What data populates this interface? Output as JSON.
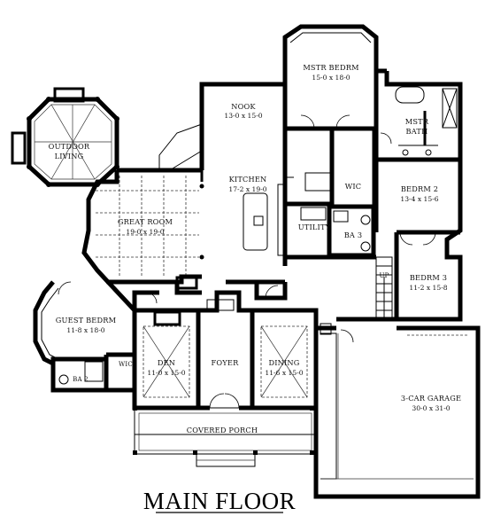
{
  "title": "MAIN FLOOR",
  "rooms": {
    "mstr_bedrm": {
      "name": "MSTR BEDRM",
      "dim": "15-0 x 18-0"
    },
    "mstr_bath": {
      "name": "MSTR",
      "name2": "BATH"
    },
    "nook": {
      "name": "NOOK",
      "dim": "13-0 x 15-0"
    },
    "outdoor": {
      "name": "OUTDOOR",
      "name2": "LIVING"
    },
    "kitchen": {
      "name": "KITCHEN",
      "dim": "17-2 x 19-0"
    },
    "great_room": {
      "name": "GREAT ROOM",
      "dim": "19-0 x 19-0"
    },
    "wic_master": {
      "name": "WIC"
    },
    "bedrm2": {
      "name": "BEDRM 2",
      "dim": "13-4 x 15-6"
    },
    "utility": {
      "name": "UTILITY"
    },
    "ba3": {
      "name": "BA 3"
    },
    "up": {
      "name": "UP"
    },
    "bedrm3": {
      "name": "BEDRM 3",
      "dim": "11-2 x 15-8"
    },
    "guest_bedrm": {
      "name": "GUEST BEDRM",
      "dim": "11-8 x 18-0"
    },
    "wic_guest": {
      "name": "WIC"
    },
    "ba2": {
      "name": "BA 2"
    },
    "den": {
      "name": "DEN",
      "dim": "11-0 x 15-0"
    },
    "foyer": {
      "name": "FOYER"
    },
    "dining": {
      "name": "DINING",
      "dim": "11-6 x 15-0"
    },
    "garage": {
      "name": "3-CAR GARAGE",
      "dim": "30-0 x 31-0"
    },
    "porch": {
      "name": "COVERED PORCH"
    }
  }
}
